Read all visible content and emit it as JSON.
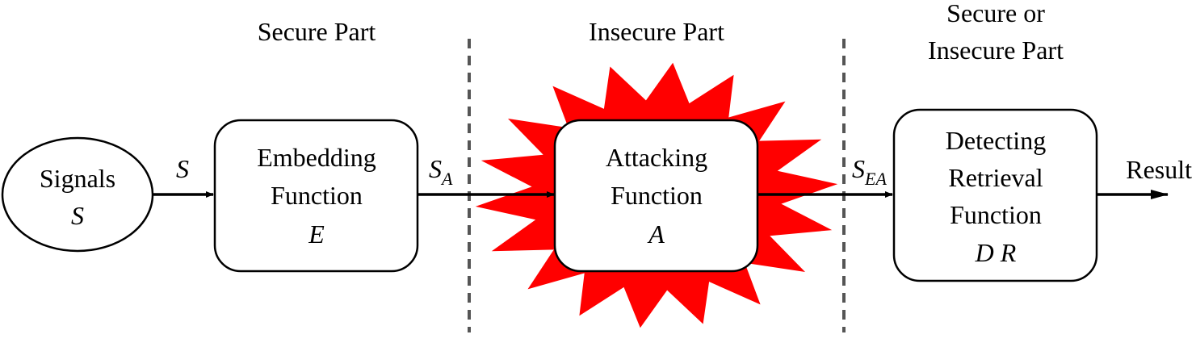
{
  "regions": {
    "secure": "Secure Part",
    "insecure": "Insecure Part",
    "either_line1": "Secure or",
    "either_line2": "Insecure Part"
  },
  "nodes": {
    "signals": {
      "line1": "Signals",
      "symbol": "S"
    },
    "embedding": {
      "line1": "Embedding",
      "line2": "Function",
      "symbol": "E"
    },
    "attacking": {
      "line1": "Attacking",
      "line2": "Function",
      "symbol": "A"
    },
    "detecting": {
      "line1": "Detecting",
      "line2": "Retrieval",
      "line3": "Function",
      "symbol": "D R"
    }
  },
  "edges": {
    "s": "S",
    "sa_base": "S",
    "sa_sub": "A",
    "sea_base": "S",
    "sea_sub": "EA",
    "result": "Result"
  },
  "colors": {
    "attack_burst": "#ff0000",
    "divider": "#555555",
    "stroke": "#000000"
  }
}
